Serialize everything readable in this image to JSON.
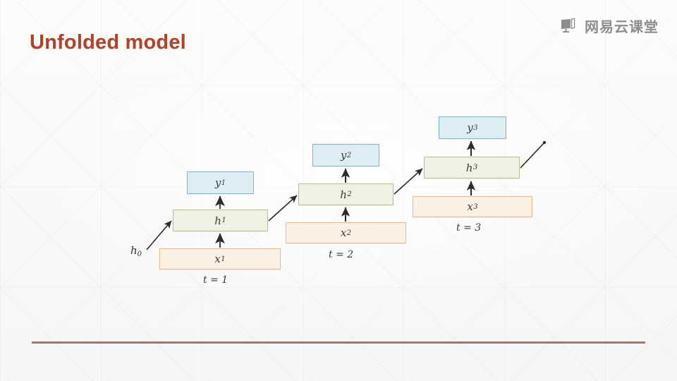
{
  "slide": {
    "title": "Unfolded model",
    "title_color": "#b1432a",
    "footer_rule_color": "#9e7971",
    "background_color": "#fbfbfa"
  },
  "brand": {
    "icon": "open-book-screen-icon",
    "text": "网易云课堂",
    "color": "#8d8d8d"
  },
  "diagram": {
    "type": "unfolded-rnn",
    "initial_state_label": "h",
    "initial_state_sub": "0",
    "colors": {
      "output_fill": "#dcedf4",
      "output_border": "#7fb4c9",
      "hidden_fill": "#eff1e2",
      "hidden_border": "#b7bf87",
      "input_fill": "#fcefe4",
      "input_border": "#eeb588",
      "arrow": "#2b2b2b"
    },
    "timesteps": [
      {
        "step_label": "t = 1",
        "output": {
          "label": "y",
          "sub": "1"
        },
        "hidden": {
          "label": "h",
          "sub": "1"
        },
        "input": {
          "label": "x",
          "sub": "1"
        }
      },
      {
        "step_label": "t = 2",
        "output": {
          "label": "y",
          "sub": "2"
        },
        "hidden": {
          "label": "h",
          "sub": "2"
        },
        "input": {
          "label": "x",
          "sub": "2"
        }
      },
      {
        "step_label": "t = 3",
        "output": {
          "label": "y",
          "sub": "3"
        },
        "hidden": {
          "label": "h",
          "sub": "3"
        },
        "input": {
          "label": "x",
          "sub": "3"
        }
      }
    ],
    "edges": [
      {
        "name": "h0-to-h1",
        "kind": "recurrent-in"
      },
      {
        "name": "x1-to-h1",
        "kind": "vertical"
      },
      {
        "name": "h1-to-y1",
        "kind": "vertical"
      },
      {
        "name": "h1-to-h2",
        "kind": "recurrent"
      },
      {
        "name": "x2-to-h2",
        "kind": "vertical"
      },
      {
        "name": "h2-to-y2",
        "kind": "vertical"
      },
      {
        "name": "h2-to-h3",
        "kind": "recurrent"
      },
      {
        "name": "x3-to-h3",
        "kind": "vertical"
      },
      {
        "name": "h3-to-y3",
        "kind": "vertical"
      },
      {
        "name": "h3-to-next",
        "kind": "recurrent-out"
      }
    ]
  }
}
